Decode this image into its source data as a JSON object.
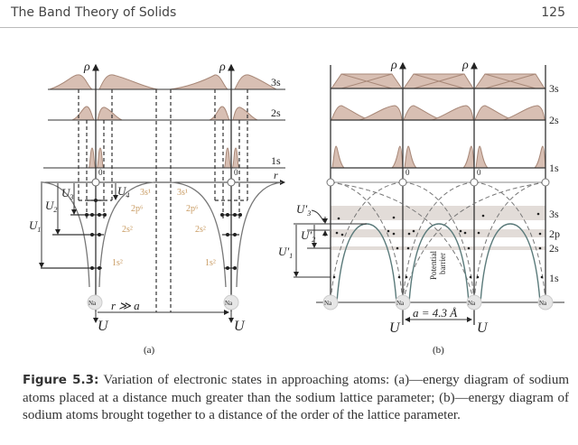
{
  "header": {
    "title": "The Band Theory of Solids",
    "page_number": "125"
  },
  "figure": {
    "panel_a": {
      "label": "(a)",
      "rho": "ρ",
      "orbitals": [
        "3s",
        "2s",
        "1s"
      ],
      "r_axis": "r",
      "origin": "0",
      "energies": [
        "U1",
        "U2",
        "U3",
        "U4"
      ],
      "energy_main": "U",
      "energy_sub": [
        "1",
        "2",
        "3",
        "4"
      ],
      "configs": [
        "3s¹",
        "2p⁶",
        "2s²",
        "1s²"
      ],
      "atom": "Na",
      "distance": "r ≫ a",
      "U_axis": "U"
    },
    "panel_b": {
      "label": "(b)",
      "rho": "ρ",
      "orbitals_top": [
        "3s",
        "2s",
        "1s"
      ],
      "origin": "0",
      "bands": [
        "3s",
        "2p",
        "2s",
        "1s"
      ],
      "energy_main": "U′",
      "energy_sub": [
        "1",
        "2",
        "3"
      ],
      "barrier_line1": "Potential",
      "barrier_line2": "barrier",
      "atom": "Na",
      "lattice": "a = 4.3 Å",
      "U_axis": "U"
    }
  },
  "caption": {
    "label": "Figure 5.3:",
    "text": " Variation of electronic states in approaching atoms: (a)—energy diagram of sodium atoms placed at a distance much greater than the sodium lattice parameter; (b)—energy diagram of sodium atoms brought together to a distance of the order of the lattice parameter."
  },
  "colors": {
    "density_fill": "#d8bfb3",
    "density_stroke": "#a88878",
    "config_text": "#c89a60",
    "band": "#e2dcd8"
  }
}
